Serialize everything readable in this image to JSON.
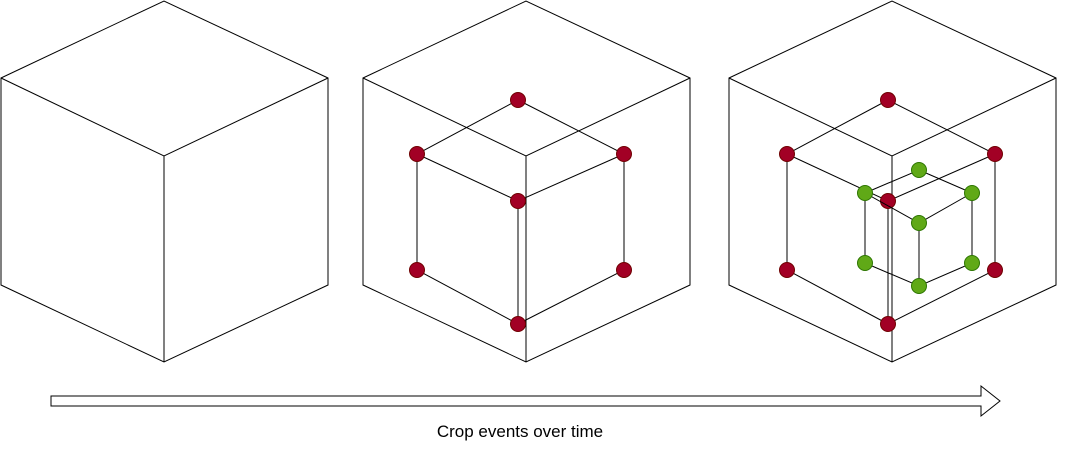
{
  "caption": "Crop events over time",
  "colors": {
    "line": "#000000",
    "crop_1_vertex_fill": "#a20025",
    "crop_1_vertex_stroke": "#6f0000",
    "crop_2_vertex_fill": "#60a917",
    "crop_2_vertex_stroke": "#2d7600",
    "background": "#ffffff"
  },
  "panels": [
    {
      "crop_level": 0
    },
    {
      "crop_level": 1
    },
    {
      "crop_level": 2
    }
  ]
}
